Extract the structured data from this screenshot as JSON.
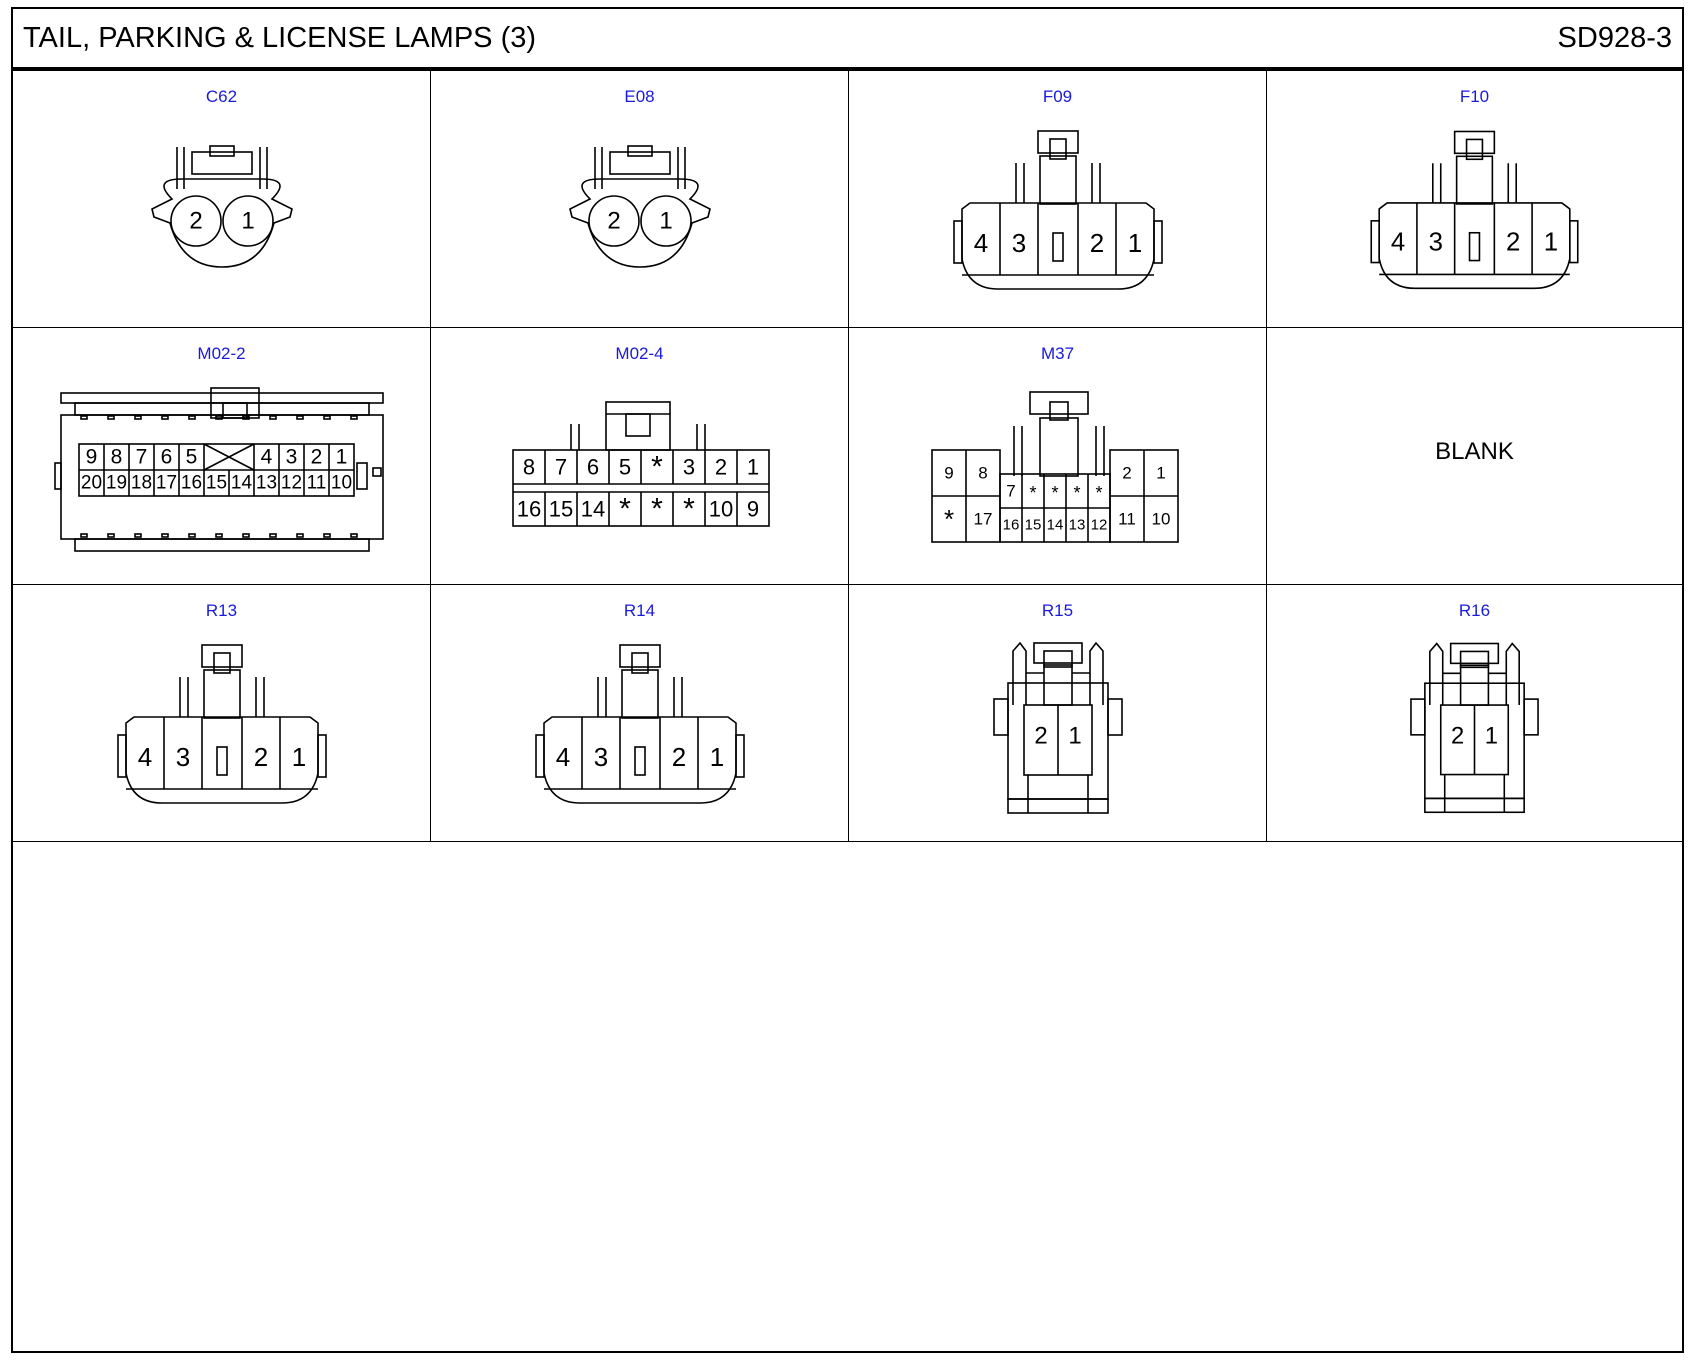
{
  "header": {
    "title": "TAIL, PARKING & LICENSE LAMPS (3)",
    "code": "SD928-3"
  },
  "connectors": [
    {
      "id": "C62",
      "type": "round2",
      "pins": [
        "2",
        "1"
      ]
    },
    {
      "id": "E08",
      "type": "round2",
      "pins": [
        "2",
        "1"
      ]
    },
    {
      "id": "F09",
      "type": "flat4",
      "pins": [
        "4",
        "3",
        "2",
        "1"
      ]
    },
    {
      "id": "F10",
      "type": "flat4",
      "pins": [
        "4",
        "3",
        "2",
        "1"
      ]
    },
    {
      "id": "M02-2",
      "type": "m20",
      "top": [
        "9",
        "8",
        "7",
        "6",
        "5",
        "",
        "4",
        "3",
        "2",
        "1"
      ],
      "bottom": [
        "20",
        "19",
        "18",
        "17",
        "16",
        "15",
        "14",
        "13",
        "12",
        "11",
        "10"
      ]
    },
    {
      "id": "M02-4",
      "type": "m16",
      "top": [
        "8",
        "7",
        "6",
        "5",
        "*",
        "3",
        "2",
        "1"
      ],
      "bottom": [
        "16",
        "15",
        "14",
        "*",
        "*",
        "*",
        "10",
        "9"
      ]
    },
    {
      "id": "M37",
      "type": "m17",
      "left_top": [
        "9",
        "8"
      ],
      "left_bottom": [
        "*",
        "17"
      ],
      "mid_top": [
        "7",
        "*",
        "*",
        "*",
        "*"
      ],
      "mid_bottom": [
        "16",
        "15",
        "14",
        "13",
        "12"
      ],
      "right_top": [
        "2",
        "1"
      ],
      "right_bottom": [
        "11",
        "10"
      ]
    },
    {
      "id": "",
      "type": "blank",
      "text": "BLANK"
    },
    {
      "id": "R13",
      "type": "flat4",
      "pins": [
        "4",
        "3",
        "2",
        "1"
      ]
    },
    {
      "id": "R14",
      "type": "flat4",
      "pins": [
        "4",
        "3",
        "2",
        "1"
      ]
    },
    {
      "id": "R15",
      "type": "square2",
      "pins": [
        "2",
        "1"
      ]
    },
    {
      "id": "R16",
      "type": "square2",
      "pins": [
        "2",
        "1"
      ]
    }
  ]
}
